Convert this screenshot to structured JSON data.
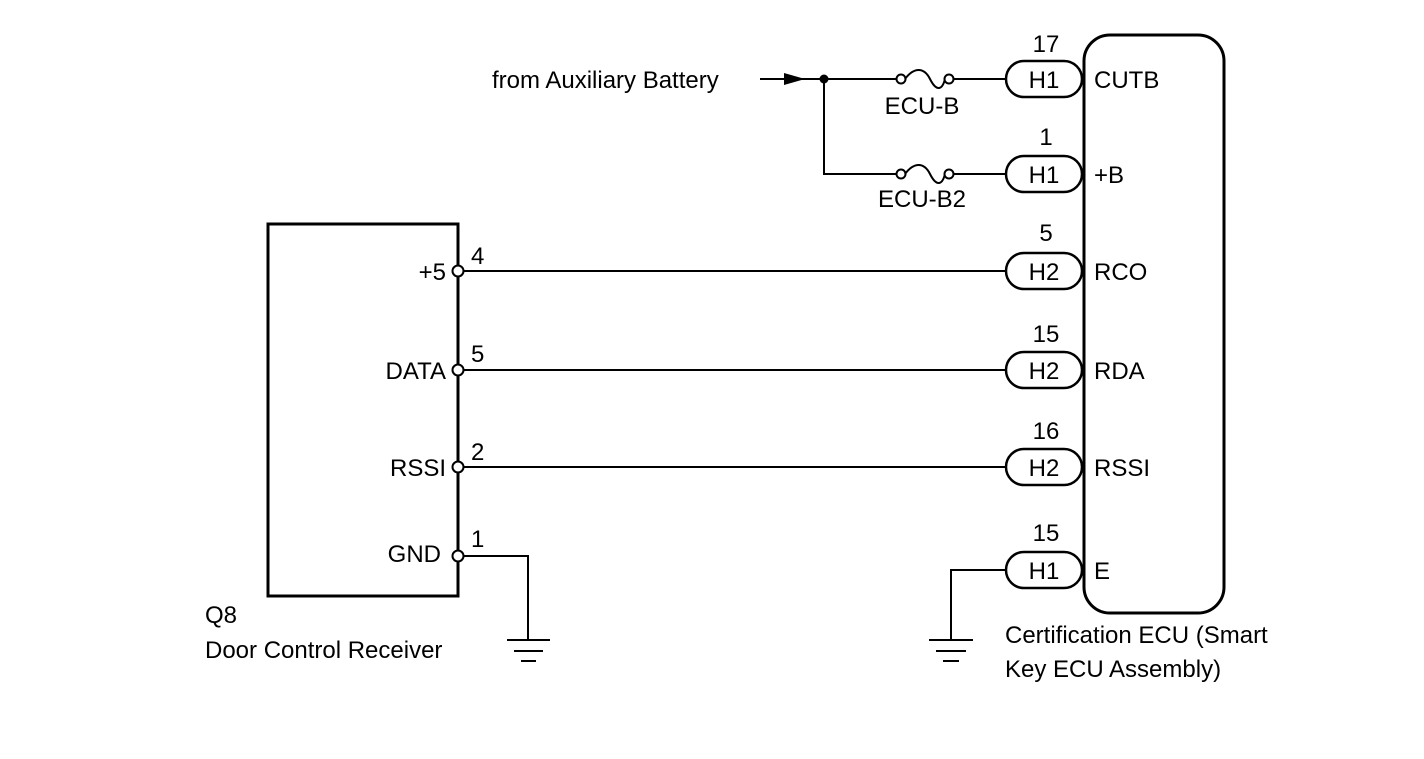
{
  "source_label": "from Auxiliary Battery",
  "fuses": [
    {
      "name": "ECU-B"
    },
    {
      "name": "ECU-B2"
    }
  ],
  "receiver": {
    "id": "Q8",
    "name": "Door Control Receiver",
    "pins": [
      {
        "label": "+5",
        "number": "4"
      },
      {
        "label": "DATA",
        "number": "5"
      },
      {
        "label": "RSSI",
        "number": "2"
      },
      {
        "label": "GND",
        "number": "1"
      }
    ]
  },
  "ecu": {
    "name_line1": "Certification ECU (Smart",
    "name_line2": "Key ECU Assembly)",
    "terminals": [
      {
        "connector": "H1",
        "pin": "17",
        "label": "CUTB"
      },
      {
        "connector": "H1",
        "pin": "1",
        "label": "+B"
      },
      {
        "connector": "H2",
        "pin": "5",
        "label": "RCO"
      },
      {
        "connector": "H2",
        "pin": "15",
        "label": "RDA"
      },
      {
        "connector": "H2",
        "pin": "16",
        "label": "RSSI"
      },
      {
        "connector": "H1",
        "pin": "15",
        "label": "E"
      }
    ]
  }
}
